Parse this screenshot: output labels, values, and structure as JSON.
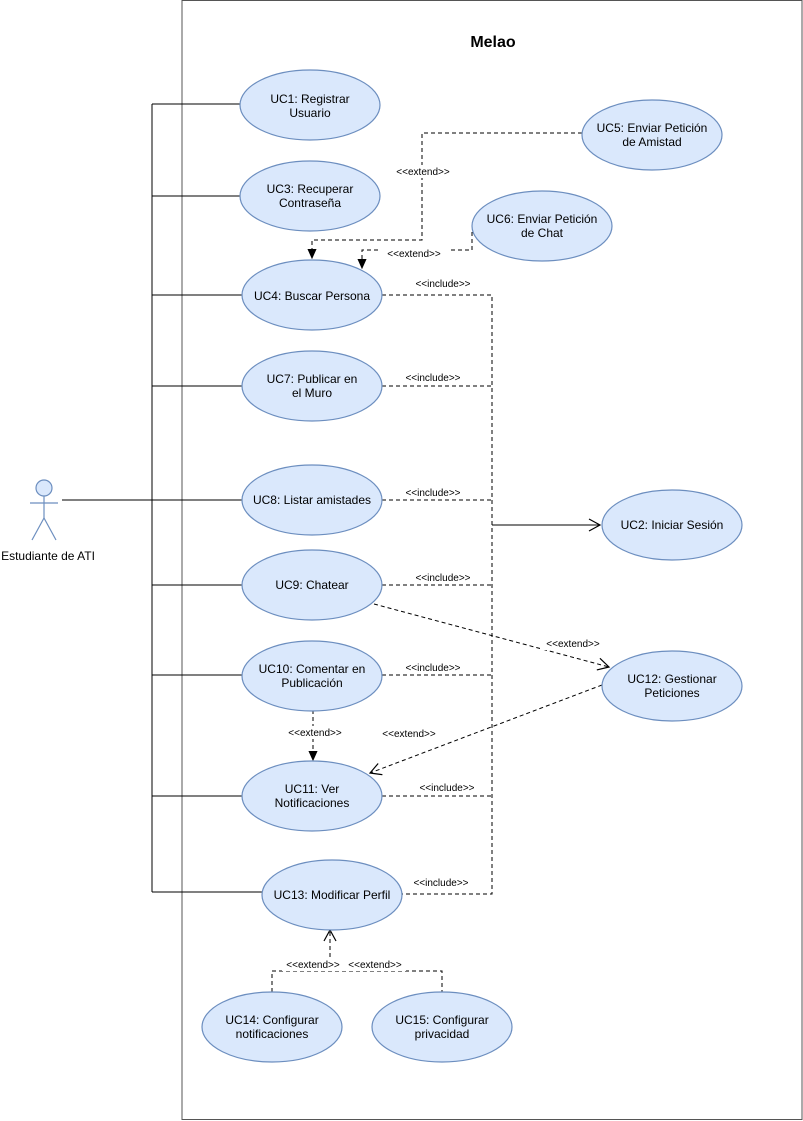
{
  "system": {
    "title": "Melao"
  },
  "actor": {
    "label": "Estudiante de ATI"
  },
  "colors": {
    "usecase_fill": "#dae8fc",
    "usecase_stroke": "#6c8ebf",
    "line": "#000000",
    "boundary": "#555555"
  },
  "use_cases": [
    {
      "id": "uc1",
      "lines": [
        "UC1: Registrar",
        "Usuario"
      ]
    },
    {
      "id": "uc3",
      "lines": [
        "UC3: Recuperar",
        "Contraseña"
      ]
    },
    {
      "id": "uc4",
      "lines": [
        "UC4: Buscar Persona"
      ]
    },
    {
      "id": "uc5",
      "lines": [
        "UC5: Enviar Petición",
        "de Amistad"
      ]
    },
    {
      "id": "uc6",
      "lines": [
        "UC6: Enviar Petición",
        "de Chat"
      ]
    },
    {
      "id": "uc7",
      "lines": [
        "UC7: Publicar en",
        "el Muro"
      ]
    },
    {
      "id": "uc8",
      "lines": [
        "UC8: Listar amistades"
      ]
    },
    {
      "id": "uc2",
      "lines": [
        "UC2: Iniciar Sesión"
      ]
    },
    {
      "id": "uc9",
      "lines": [
        "UC9: Chatear"
      ]
    },
    {
      "id": "uc10",
      "lines": [
        "UC10: Comentar en",
        "Publicación"
      ]
    },
    {
      "id": "uc12",
      "lines": [
        "UC12: Gestionar",
        "Peticiones"
      ]
    },
    {
      "id": "uc11",
      "lines": [
        "UC11: Ver",
        "Notificaciones"
      ]
    },
    {
      "id": "uc13",
      "lines": [
        "UC13: Modificar Perfil"
      ]
    },
    {
      "id": "uc14",
      "lines": [
        "UC14: Configurar",
        "notificaciones"
      ]
    },
    {
      "id": "uc15",
      "lines": [
        "UC15: Configurar",
        "privacidad"
      ]
    }
  ],
  "relations": [
    {
      "id": "uc5-ext-uc4",
      "label": "<<extend>>"
    },
    {
      "id": "uc6-ext-uc4",
      "label": "<<extend>>"
    },
    {
      "id": "uc4-inc-uc2",
      "label": "<<include>>"
    },
    {
      "id": "uc7-inc-uc2",
      "label": "<<include>>"
    },
    {
      "id": "uc8-inc-uc2",
      "label": "<<include>>"
    },
    {
      "id": "uc9-inc-uc2",
      "label": "<<include>>"
    },
    {
      "id": "uc9-ext-uc12",
      "label": "<<extend>>"
    },
    {
      "id": "uc10-inc-uc2",
      "label": "<<include>>"
    },
    {
      "id": "uc10-ext-uc11",
      "label": "<<extend>>"
    },
    {
      "id": "uc12-ext-uc11",
      "label": "<<extend>>"
    },
    {
      "id": "uc11-inc-uc2",
      "label": "<<include>>"
    },
    {
      "id": "uc13-inc-uc2",
      "label": "<<include>>"
    },
    {
      "id": "uc14-ext-uc13",
      "label": "<<extend>>"
    },
    {
      "id": "uc15-ext-uc13",
      "label": "<<extend>>"
    }
  ]
}
